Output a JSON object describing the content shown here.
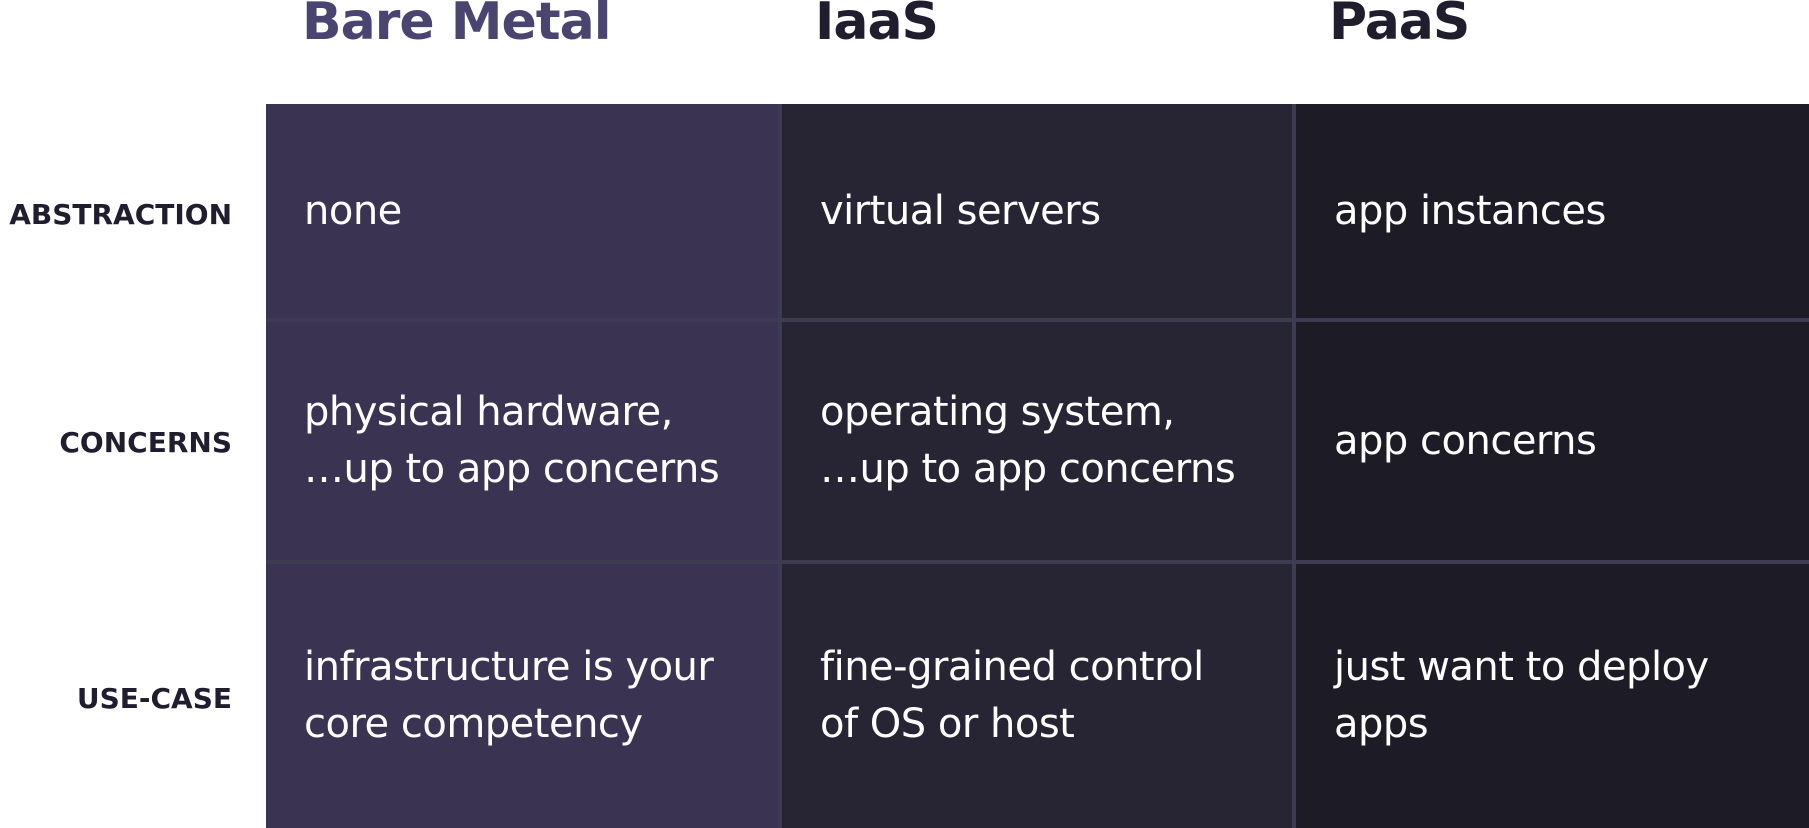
{
  "columns": [
    {
      "title": "Bare Metal",
      "color": "#4a4570",
      "bg": "#3a3452"
    },
    {
      "title": "IaaS",
      "color": "#1f1d2e",
      "bg": "#272433"
    },
    {
      "title": "PaaS",
      "color": "#1f1d2e",
      "bg": "#1c1b26"
    }
  ],
  "rows": [
    {
      "label": "ABSTRACTION",
      "cells": [
        "none",
        "virtual servers",
        "app instances"
      ]
    },
    {
      "label": "CONCERNS",
      "cells": [
        "physical hardware,\n…up to app concerns",
        "operating system,\n…up to app concerns",
        "app concerns"
      ]
    },
    {
      "label": "USE-CASE",
      "cells": [
        "infrastructure is your\ncore competency",
        "fine-grained control\nof OS or host",
        "just want to deploy\napps"
      ]
    }
  ]
}
